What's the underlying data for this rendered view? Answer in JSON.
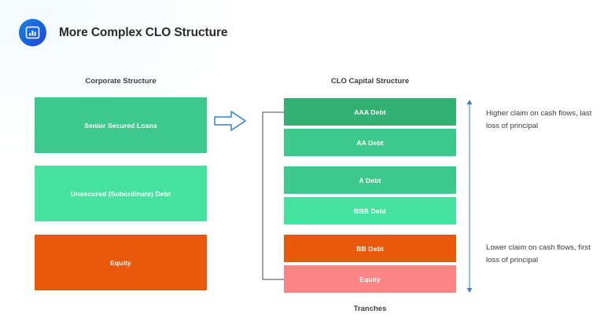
{
  "header": {
    "title": "More Complex CLO Structure",
    "icon": "bar-chart-icon"
  },
  "left_column": {
    "heading": "Corporate Structure",
    "boxes": [
      {
        "label": "Senior Secured Loans",
        "color": "#3DC98E"
      },
      {
        "label": "Unsecured (Subordinate) Debt",
        "color": "#46E2A0"
      },
      {
        "label": "Equity",
        "color": "#E8590C"
      }
    ]
  },
  "right_column": {
    "heading": "CLO Capital Structure",
    "footer_label": "Tranches",
    "tranches": [
      {
        "label": "AAA Debt",
        "color": "#32B173"
      },
      {
        "label": "AA Debt",
        "color": "#3DC98E"
      },
      {
        "label": "A Debt",
        "color": "#3DC98E"
      },
      {
        "label": "BBB Debt",
        "color": "#46E2A0"
      },
      {
        "label": "BB Debt",
        "color": "#E8590C"
      },
      {
        "label": "Equity",
        "color": "#FB8585"
      }
    ]
  },
  "annotations": [
    {
      "text": "Higher claim on cash flows, last loss of principal"
    },
    {
      "text": "Lower claim on cash flows, first loss of principal"
    }
  ],
  "colors": {
    "accent_blue": "#1565d8",
    "arrow_blue": "#4a90d9",
    "scale_arrow_blue": "#5b9bd5",
    "bracket_gray": "#4a4a4a",
    "text_dark": "#3b4043",
    "title_dark": "#2b2b2b",
    "background": "#ffffff"
  }
}
